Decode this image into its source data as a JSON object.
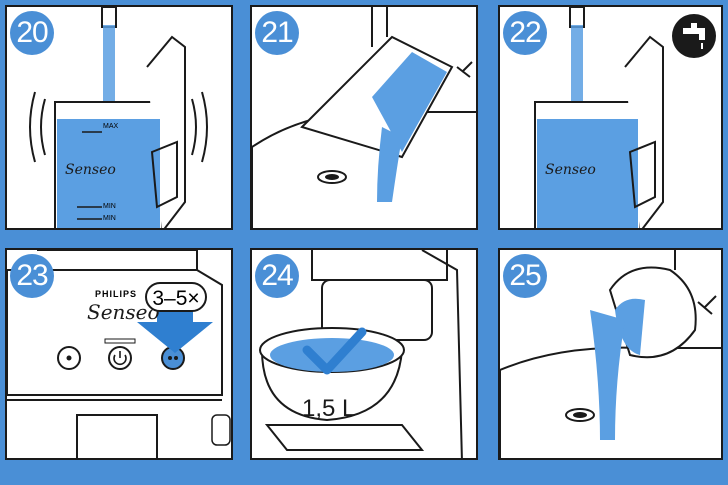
{
  "steps": [
    {
      "number": "20"
    },
    {
      "number": "21"
    },
    {
      "number": "22"
    },
    {
      "number": "23"
    },
    {
      "number": "24"
    },
    {
      "number": "25"
    }
  ],
  "tank": {
    "logo": "Senseo",
    "max_label": "MAX",
    "min_label": "MIN",
    "min_label_2": "MIN"
  },
  "machine": {
    "brand": "PHILIPS",
    "logo": "Senseo",
    "repeat_label": "3–5×"
  },
  "bowl": {
    "volume_label": "1,5 L"
  },
  "icons": {
    "tap": "water-tap-icon",
    "arrow": "down-arrow-icon",
    "check": "checkmark-icon"
  },
  "colors": {
    "background": "#4a8fd6",
    "water": "#5b9fe2",
    "outline": "#1a1a1a"
  }
}
